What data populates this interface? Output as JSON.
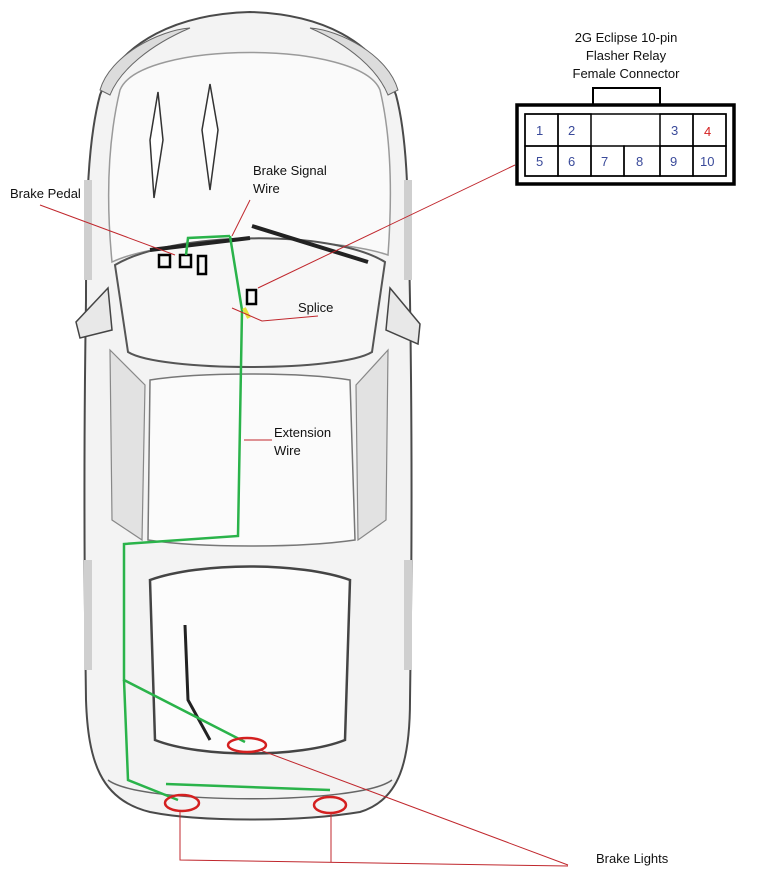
{
  "connector": {
    "title_lines": [
      "2G Eclipse 10-pin",
      "Flasher Relay",
      "Female Connector"
    ],
    "pins": [
      {
        "label": "1",
        "color": "#3a4a9a"
      },
      {
        "label": "2",
        "color": "#3a4a9a"
      },
      {
        "label": "3",
        "color": "#3a4a9a"
      },
      {
        "label": "4",
        "color": "#d42020"
      },
      {
        "label": "5",
        "color": "#3a4a9a"
      },
      {
        "label": "6",
        "color": "#3a4a9a"
      },
      {
        "label": "7",
        "color": "#3a4a9a"
      },
      {
        "label": "8",
        "color": "#3a4a9a"
      },
      {
        "label": "9",
        "color": "#3a4a9a"
      },
      {
        "label": "10",
        "color": "#3a4a9a"
      }
    ]
  },
  "labels": {
    "brake_pedal": "Brake Pedal",
    "brake_signal_wire": [
      "Brake Signal",
      "Wire"
    ],
    "splice": "Splice",
    "extension_wire": [
      "Extension",
      "Wire"
    ],
    "brake_lights": "Brake Lights"
  },
  "colors": {
    "wire": "#2ab34a",
    "leader": "#c0272d",
    "brake_light": "#d42020",
    "splice_mark": "#e8e23a"
  }
}
